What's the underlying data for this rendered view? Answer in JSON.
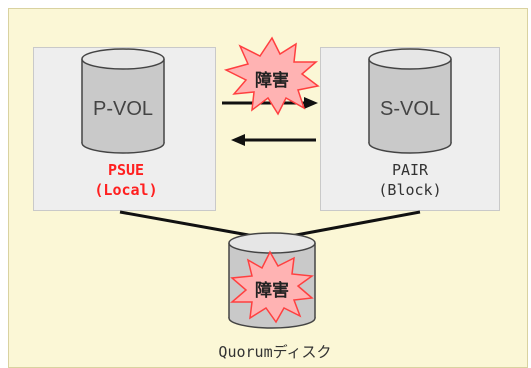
{
  "primary_volume": {
    "name": "P-VOL",
    "status": "PSUE",
    "mode": "(Local)",
    "status_color": "#ff2020"
  },
  "secondary_volume": {
    "name": "S-VOL",
    "status": "PAIR",
    "mode": "(Block)"
  },
  "quorum": {
    "label": "Quorumディスク"
  },
  "failure_label": "障害",
  "colors": {
    "background": "#fbf7d6",
    "box": "#eeeeee",
    "cylinder": "#c9c9c9",
    "burst_fill": "#ffb3b3",
    "burst_stroke": "#ff4040"
  }
}
